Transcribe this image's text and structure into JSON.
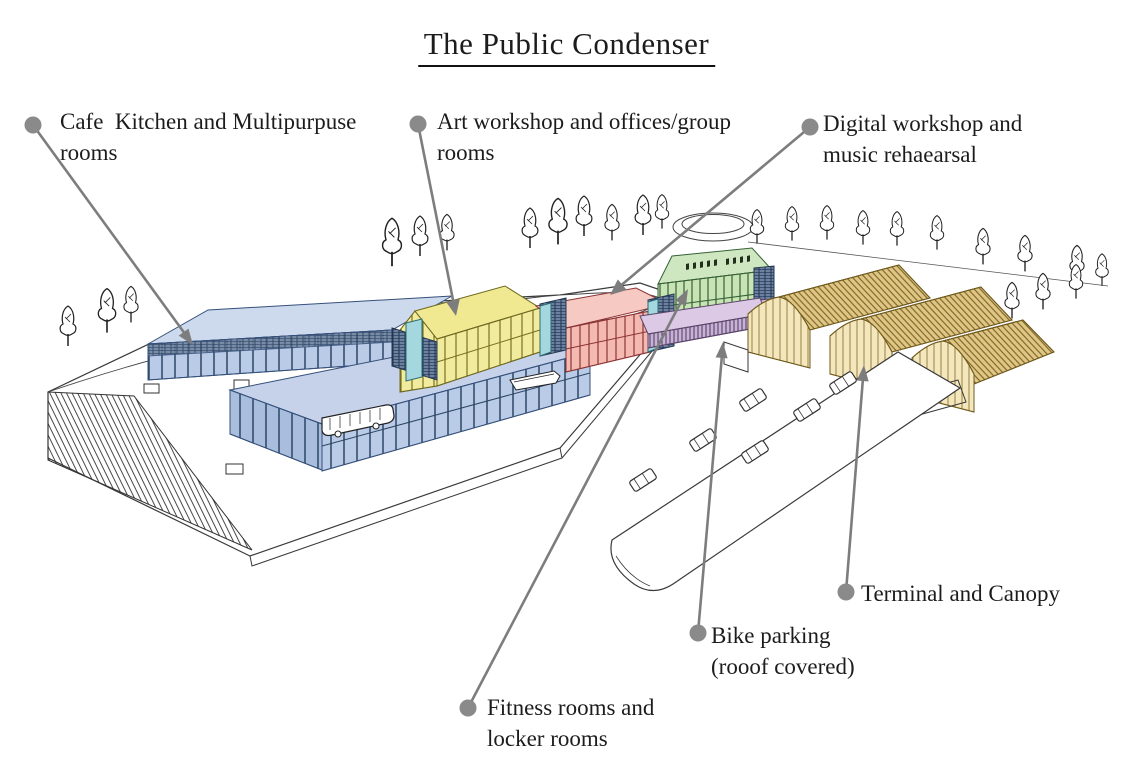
{
  "title": "The Public Condenser",
  "annotations": {
    "cafe": {
      "line1": "Cafe  Kitchen and Multipurpuse",
      "line2": "rooms"
    },
    "art": {
      "line1": "Art workshop and offices/group",
      "line2": "rooms"
    },
    "digital": {
      "line1": "Digital workshop and",
      "line2": "music rehaearsal"
    },
    "terminal": {
      "line1": "Terminal and Canopy",
      "line2": ""
    },
    "bike": {
      "line1": "Bike parking",
      "line2": "(rooof covered)"
    },
    "fitness": {
      "line1": "Fitness rooms and",
      "line2": "locker rooms"
    }
  },
  "buildings": {
    "cafe": {
      "name": "Cafe Kitchen and Multipurpose rooms",
      "color": "#b9cbe6"
    },
    "art": {
      "name": "Art workshop and offices/group rooms",
      "color": "#f1eb9e"
    },
    "digital": {
      "name": "Digital workshop and music rehearsal",
      "color": "#f4b9b1"
    },
    "fitness": {
      "name": "Fitness rooms and locker rooms",
      "color": "#c8e3b4"
    },
    "bike": {
      "name": "Bike parking (roof covered)",
      "color": "#dcc9e6"
    },
    "terminal": {
      "name": "Terminal and Canopy",
      "color": "#f5e7bd"
    }
  },
  "palette": {
    "leader_line": "#7d7d7d",
    "marker_dot": "#8a8a8a",
    "ink": "#1c1c1c",
    "roof_blue": "#c5d2ea",
    "roof_yellow": "#f0e992",
    "roof_pink": "#f6c9c2",
    "roof_green": "#cfe7c0",
    "tan_roof": "#e8d293",
    "cyan_glass": "#a5d8de",
    "navy_glazing": "#3a5174"
  }
}
